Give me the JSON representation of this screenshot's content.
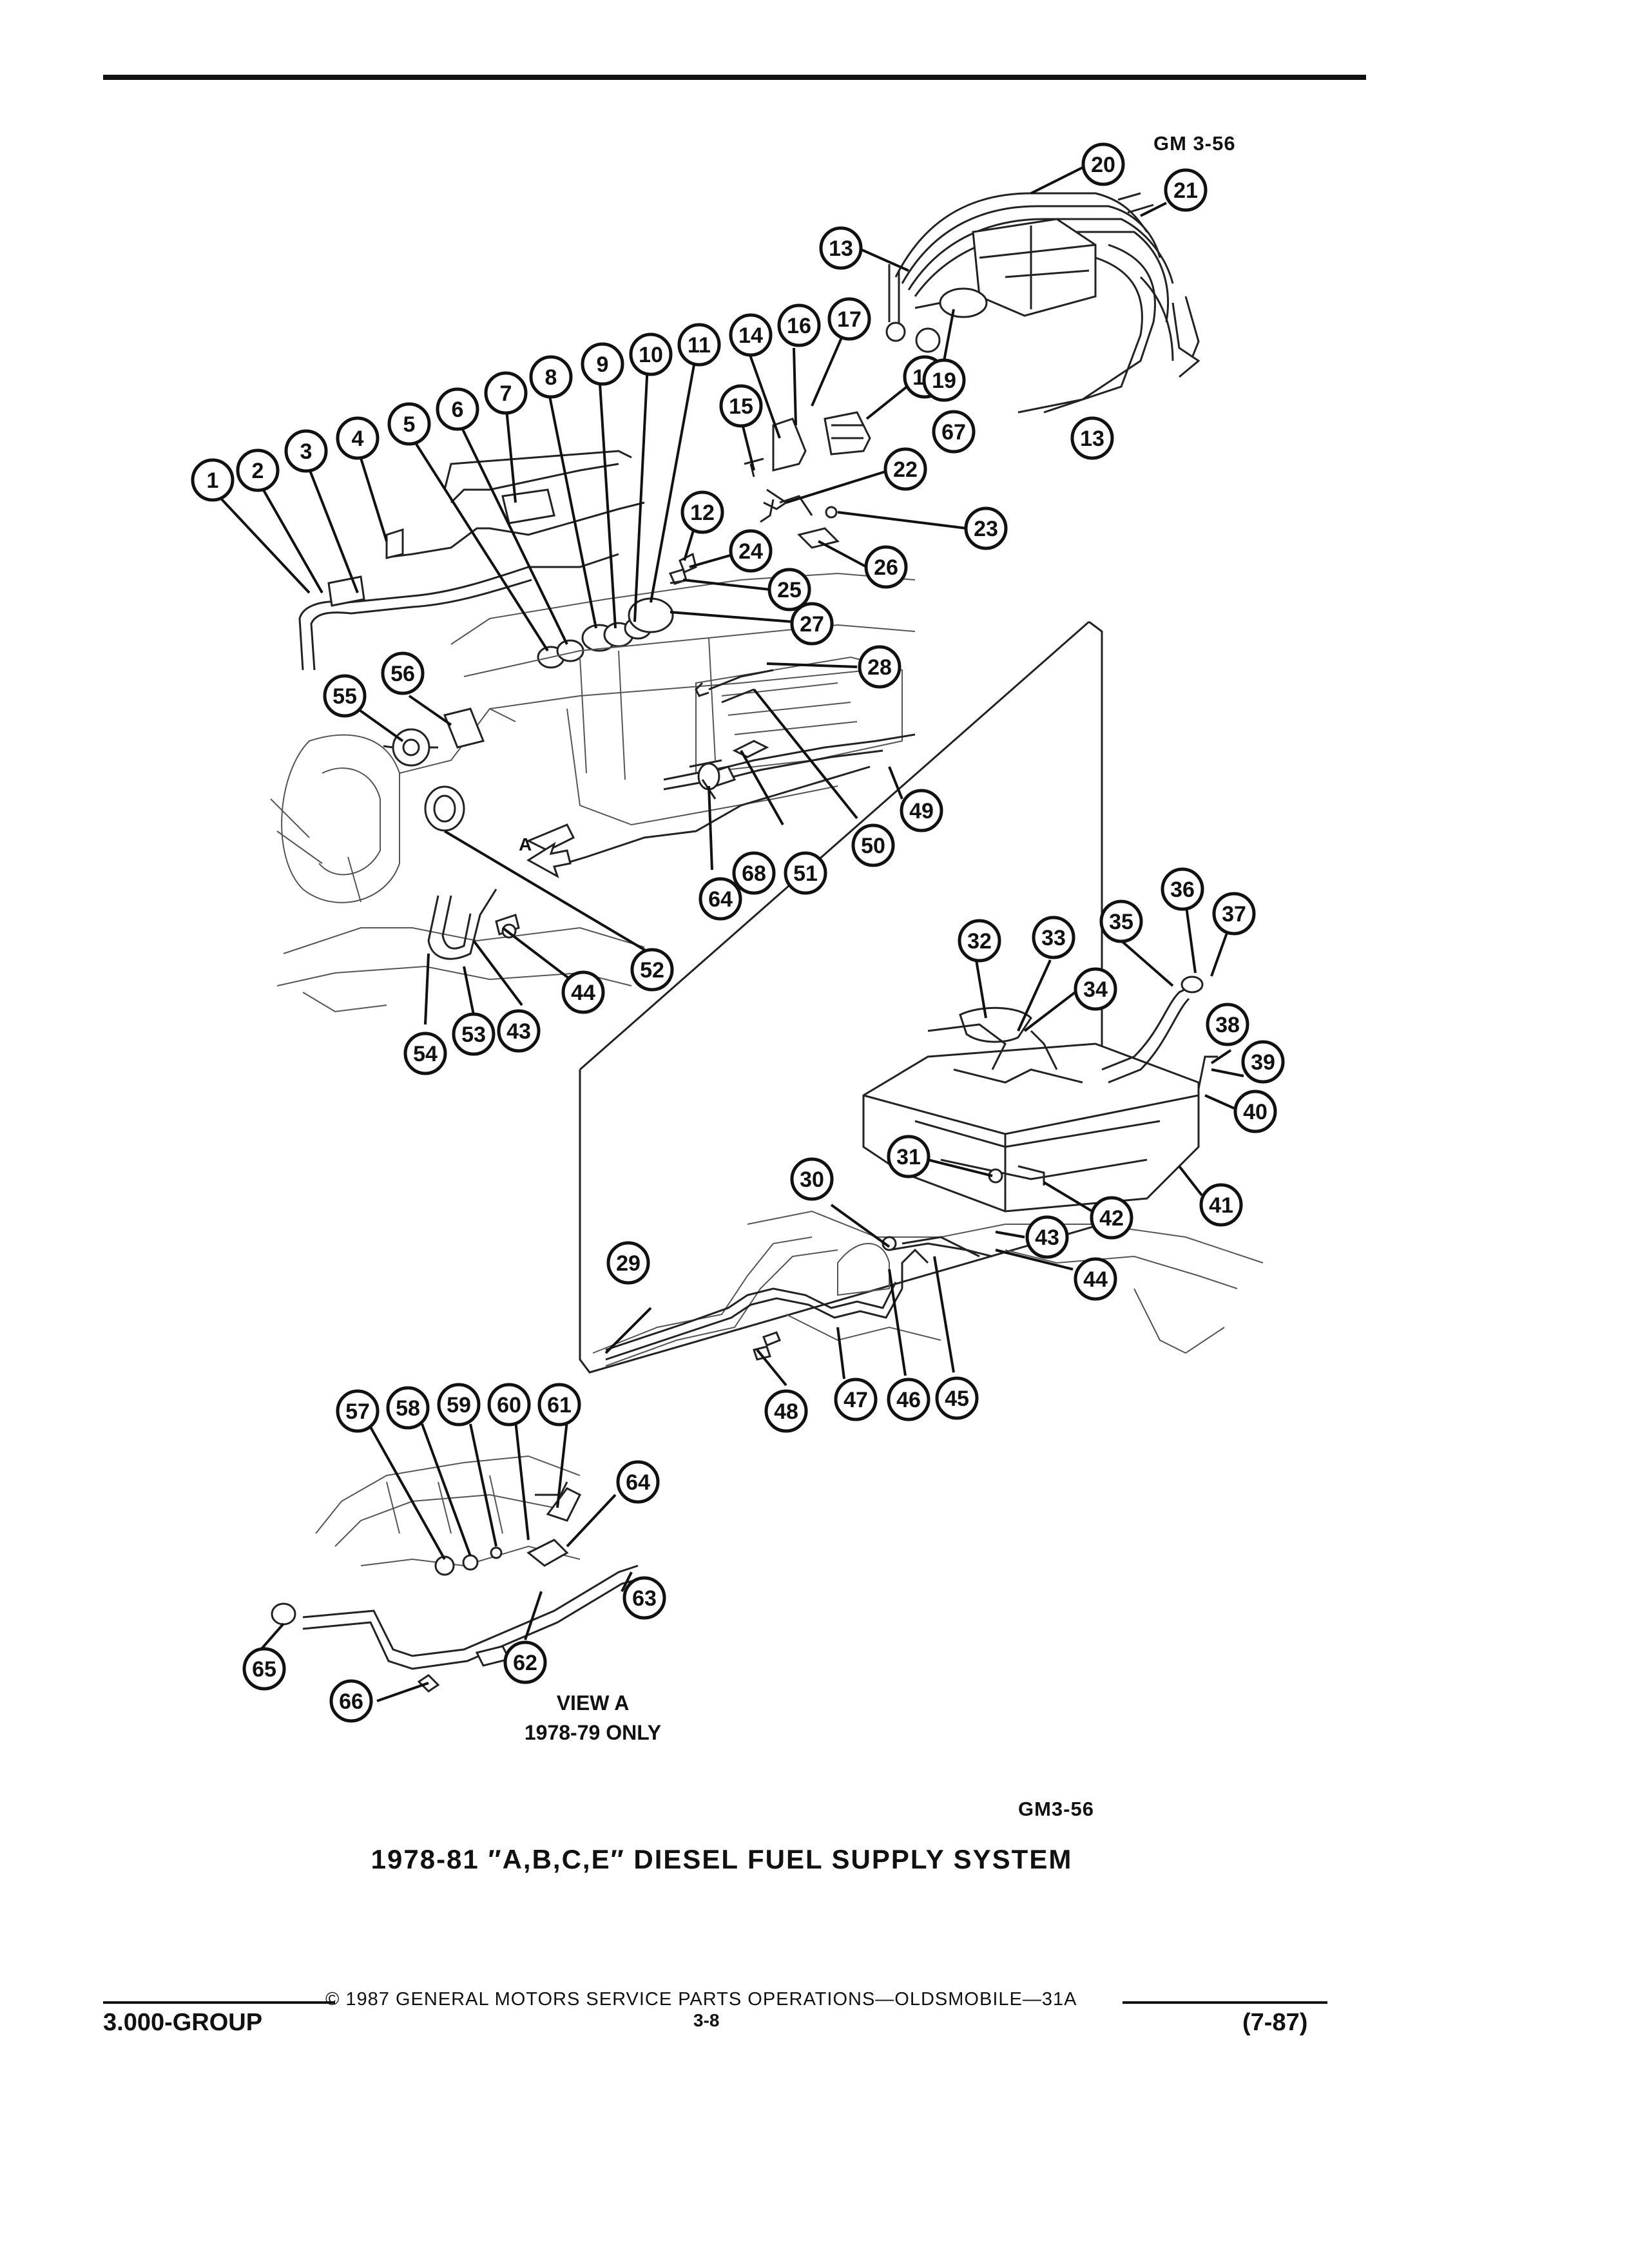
{
  "header": {
    "figure_ref_top": "GM 3-56"
  },
  "figure": {
    "ref_bottom": "GM3-56",
    "title": "1978-81 ″A,B,C,E″ DIESEL FUEL SUPPLY SYSTEM",
    "view_label_line1": "VIEW A",
    "view_label_line2": "1978-79 ONLY",
    "view_marker": "A"
  },
  "callouts": [
    "1",
    "2",
    "3",
    "4",
    "5",
    "6",
    "7",
    "8",
    "9",
    "10",
    "11",
    "12",
    "13",
    "14",
    "15",
    "16",
    "17",
    "18",
    "19",
    "20",
    "21",
    "22",
    "23",
    "24",
    "25",
    "26",
    "27",
    "28",
    "29",
    "30",
    "31",
    "32",
    "33",
    "34",
    "35",
    "36",
    "37",
    "38",
    "39",
    "40",
    "41",
    "42",
    "43",
    "44",
    "45",
    "46",
    "47",
    "48",
    "49",
    "50",
    "51",
    "52",
    "53",
    "54",
    "55",
    "56",
    "57",
    "58",
    "59",
    "60",
    "61",
    "62",
    "63",
    "64",
    "65",
    "66",
    "67",
    "68"
  ],
  "footer": {
    "copyright": "©  1987  GENERAL MOTORS SERVICE PARTS OPERATIONS—OLDSMOBILE—31A",
    "group": "3.000-GROUP",
    "page_number": "3-8",
    "date_code": "(7-87)"
  }
}
